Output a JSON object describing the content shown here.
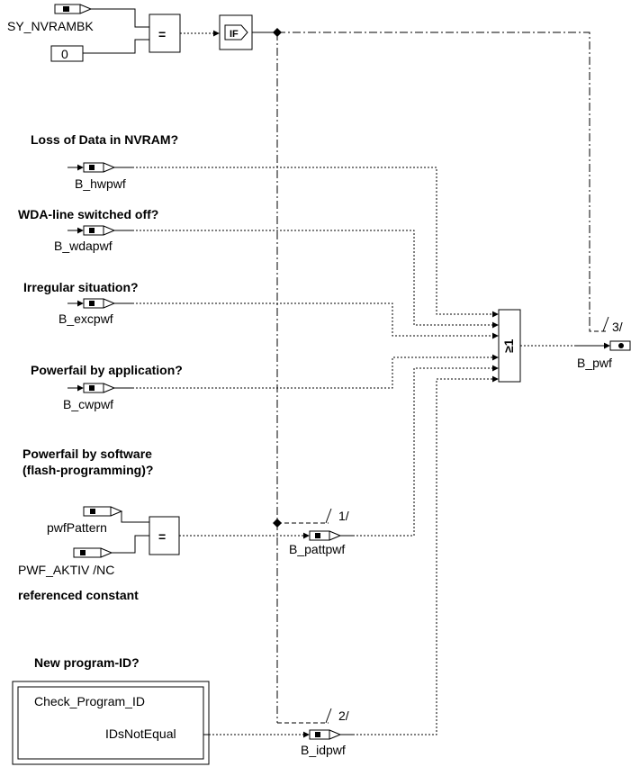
{
  "signals": {
    "sy_nvrambk": "SY_NVRAMBK",
    "const_zero": "0",
    "b_hwpwf": "B_hwpwf",
    "b_wdapwf": "B_wdapwf",
    "b_excpwf": "B_excpwf",
    "b_cwpwf": "B_cwpwf",
    "pwf_pattern": "pwfPattern",
    "pwf_aktiv": "PWF_AKTIV /NC",
    "b_pattpwf": "B_pattpwf",
    "b_idpwf": "B_idpwf",
    "b_pwf": "B_pwf"
  },
  "headings": {
    "loss_of_data": "Loss of Data in NVRAM?",
    "wda_line": "WDA-line switched off?",
    "irregular": "Irregular situation?",
    "powerfail_app": "Powerfail by application?",
    "powerfail_sw_1": "Powerfail by software",
    "powerfail_sw_2": "(flash-programming)?",
    "referenced_constant": "referenced constant",
    "new_program_id": "New program-ID?"
  },
  "blocks": {
    "equal_op": "=",
    "if_op": "IF",
    "or_op": "≥1",
    "check_program_id": "Check_Program_ID",
    "ids_not_equal": "IDsNotEqual"
  },
  "markers": {
    "m1": "1/",
    "m2": "2/",
    "m3": "3/"
  }
}
